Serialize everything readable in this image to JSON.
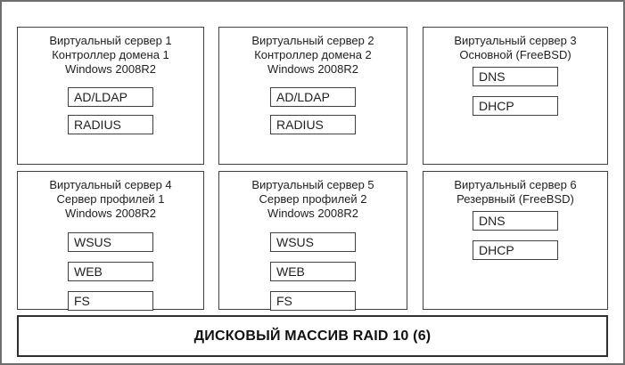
{
  "servers": [
    {
      "title": [
        "Виртуальный сервер 1",
        "Контроллер домена 1",
        "Windows 2008R2"
      ],
      "services": [
        "AD/LDAP",
        "RADIUS"
      ]
    },
    {
      "title": [
        "Виртуальный сервер 2",
        "Контроллер домена 2",
        "Windows 2008R2"
      ],
      "services": [
        "AD/LDAP",
        "RADIUS"
      ]
    },
    {
      "title": [
        "Виртуальный сервер 3",
        "Основной (FreeBSD)"
      ],
      "services": [
        "DNS",
        "DHCP"
      ]
    },
    {
      "title": [
        "Виртуальный сервер 4",
        "Сервер профилей 1",
        "Windows 2008R2"
      ],
      "services": [
        "WSUS",
        "WEB",
        "FS"
      ]
    },
    {
      "title": [
        "Виртуальный сервер 5",
        "Сервер профилей 2",
        "Windows 2008R2"
      ],
      "services": [
        "WSUS",
        "WEB",
        "FS"
      ]
    },
    {
      "title": [
        "Виртуальный сервер 6",
        "Резервный (FreeBSD)"
      ],
      "services": [
        "DNS",
        "DHCP"
      ]
    }
  ],
  "storage": {
    "label": "ДИСКОВЫЙ МАССИВ RAID 10 (6)"
  },
  "colors": {
    "background": "#ffffff",
    "box_border": "#3f3f3f",
    "frame_border": "#6e6e6e",
    "text": "#1f1f1f"
  }
}
